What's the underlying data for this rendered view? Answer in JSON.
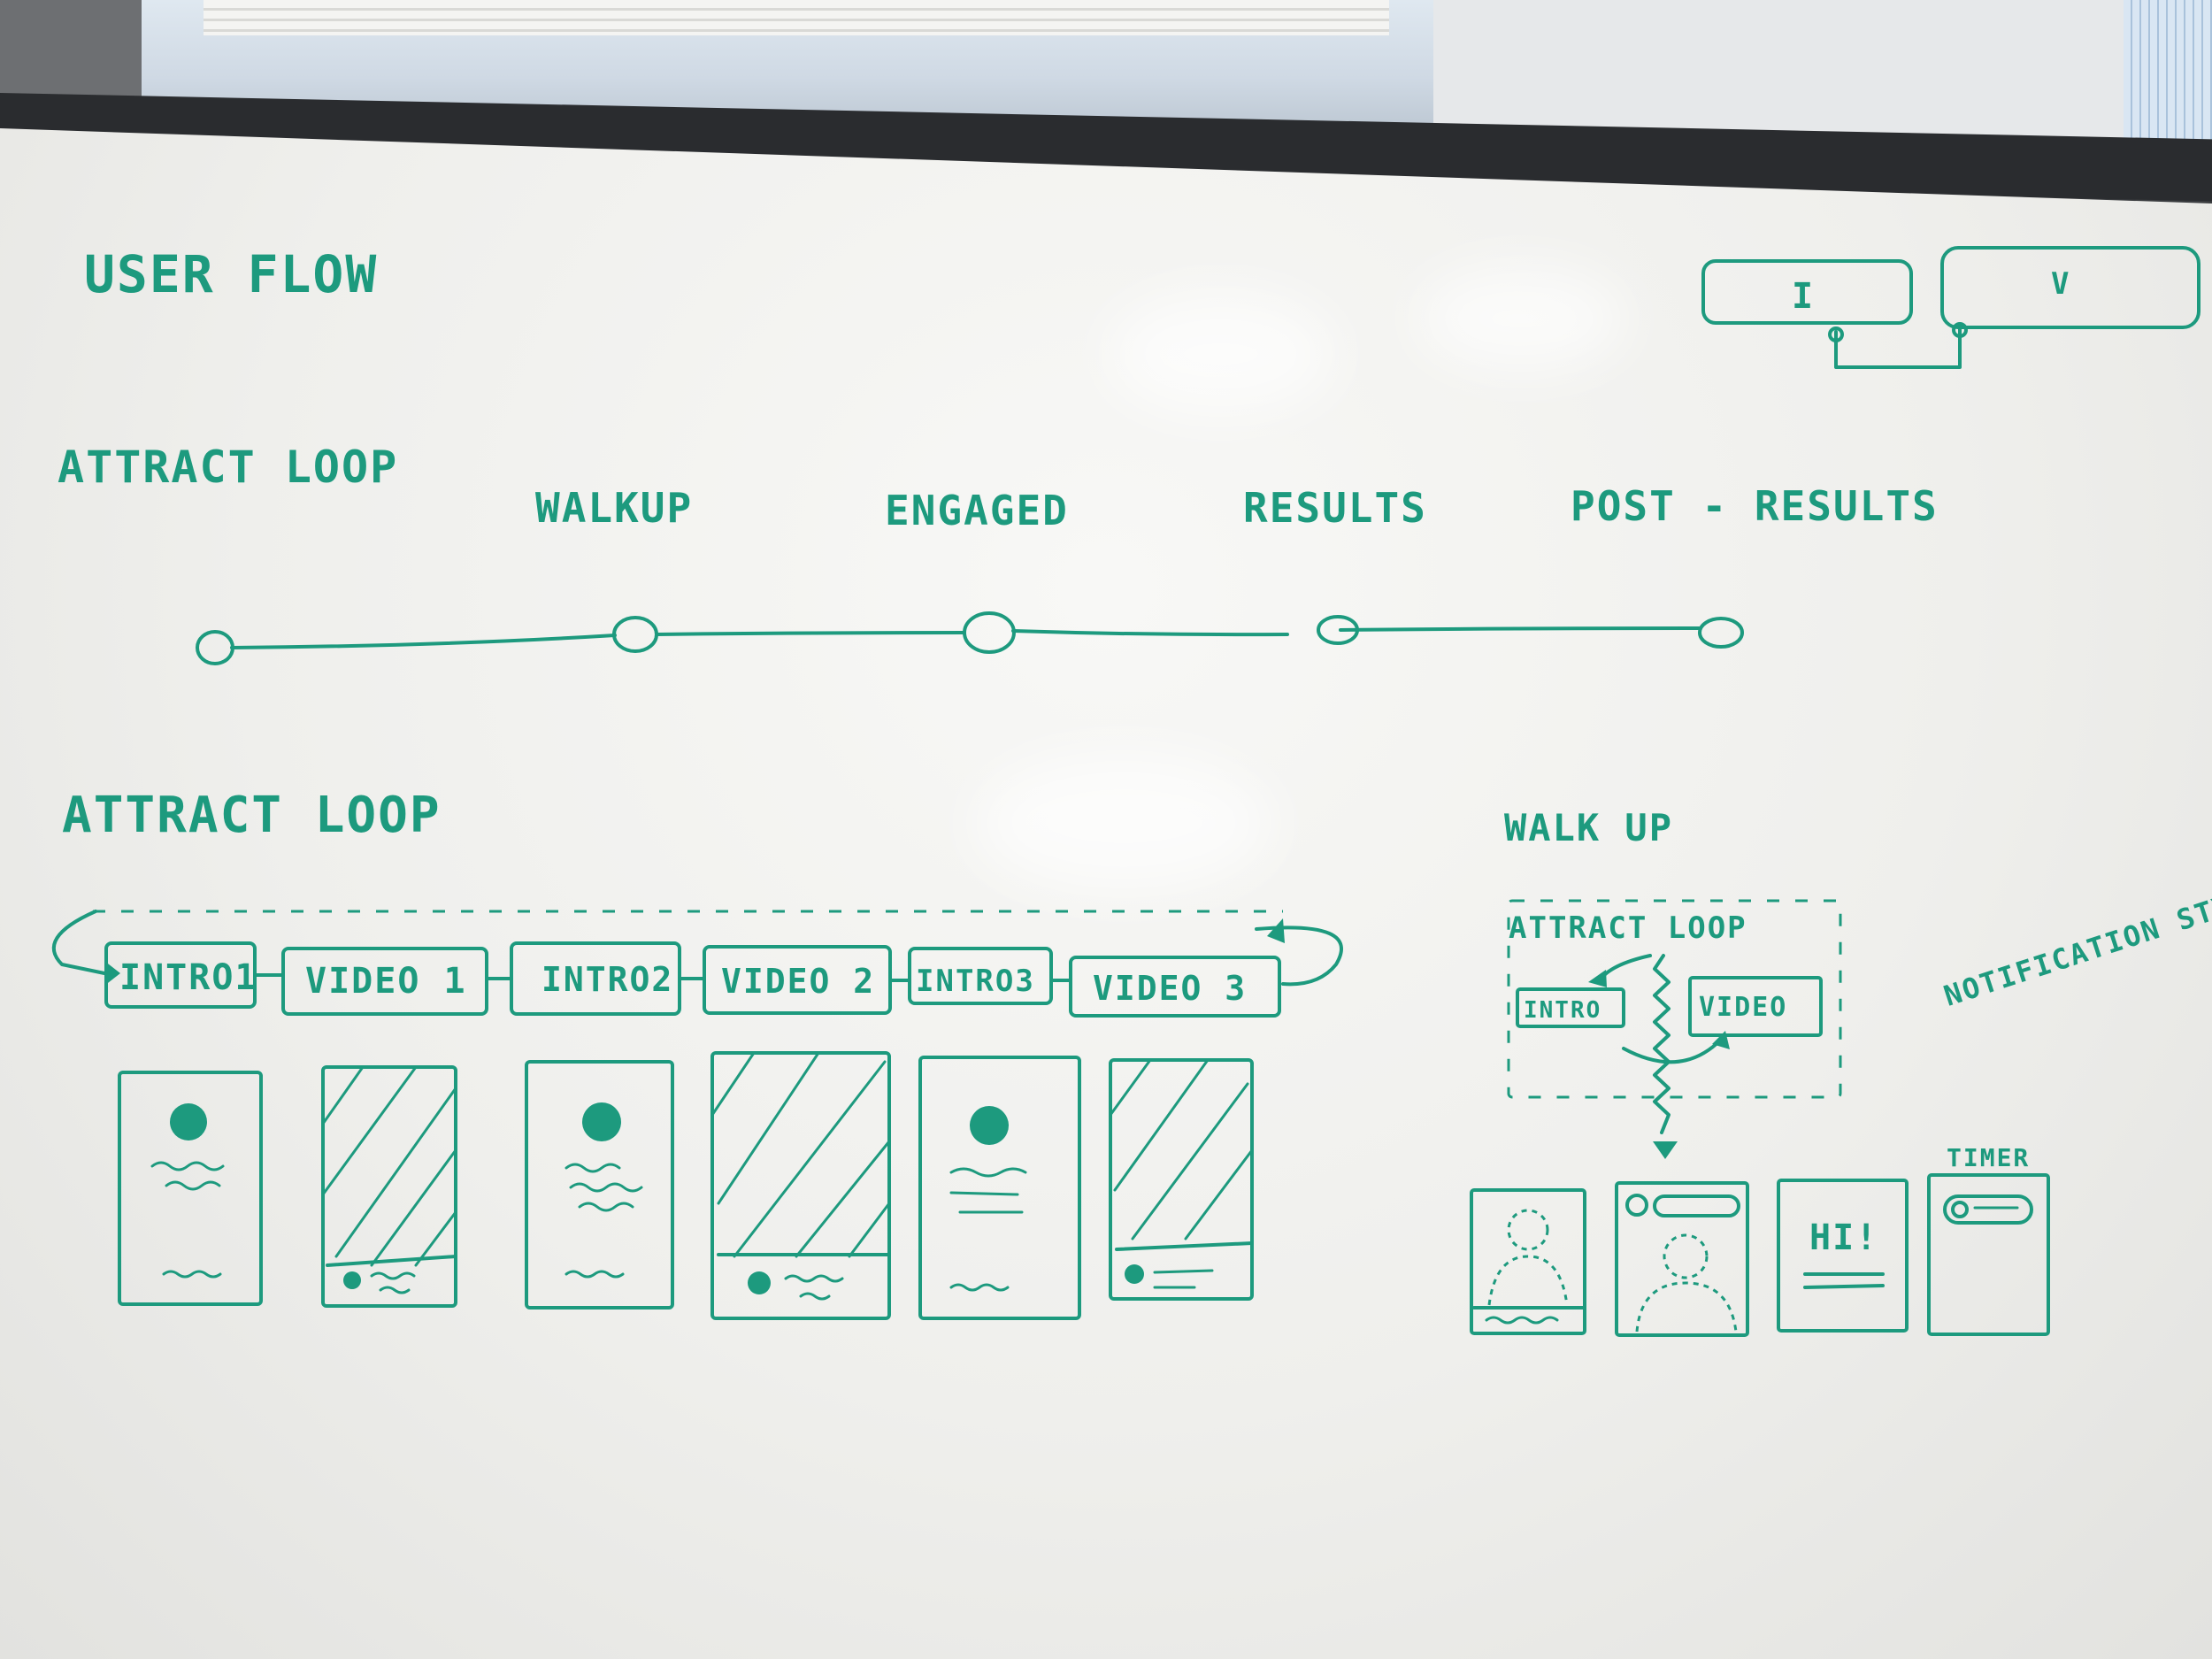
{
  "board": {
    "title": "USER FLOW",
    "legend": {
      "left": "I",
      "right": "V"
    },
    "stages": [
      "ATTRACT LOOP",
      "WALKUP",
      "ENGAGED",
      "RESULTS",
      "POST - RESULTS"
    ],
    "sections": {
      "attract": {
        "heading": "ATTRACT LOOP",
        "steps": [
          "INTRO1",
          "VIDEO 1",
          "INTRO2",
          "VIDEO 2",
          "INTRO3",
          "VIDEO 3"
        ]
      },
      "walkup": {
        "heading": "WALK UP",
        "loop_label": "ATTRACT LOOP",
        "intro": "INTRO",
        "video": "VIDEO",
        "note": "NOTIFICATION STYLE TIMER",
        "greeting": "HI!",
        "timer": "TIMER"
      }
    }
  },
  "colors": {
    "ink": "#1d9a7e",
    "board": "#f1f1ee"
  }
}
